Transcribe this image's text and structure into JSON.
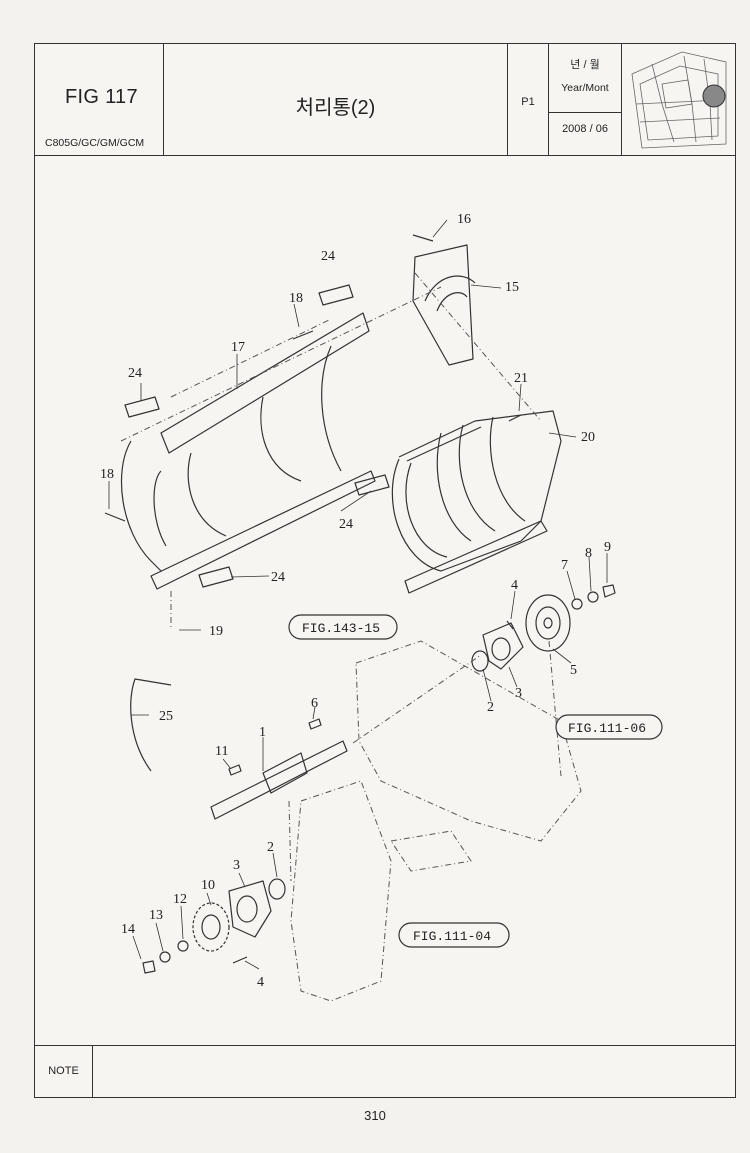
{
  "header": {
    "fig_number": "FIG 117",
    "models": "C805G/GC/GM/GCM",
    "title": "처리통(2)",
    "page_code": "P1",
    "year_month_ko": "년 / 월",
    "year_month_en": "Year/Mont",
    "date": "2008 / 06"
  },
  "callouts": [
    "1",
    "2",
    "2",
    "3",
    "3",
    "4",
    "4",
    "5",
    "6",
    "7",
    "8",
    "9",
    "10",
    "11",
    "12",
    "13",
    "14",
    "15",
    "16",
    "17",
    "18",
    "18",
    "19",
    "20",
    "21",
    "24",
    "24",
    "24",
    "24",
    "25"
  ],
  "references": [
    "FIG.143-15",
    "FIG.111-06",
    "FIG.111-04"
  ],
  "note_label": "NOTE",
  "page_number": "310"
}
